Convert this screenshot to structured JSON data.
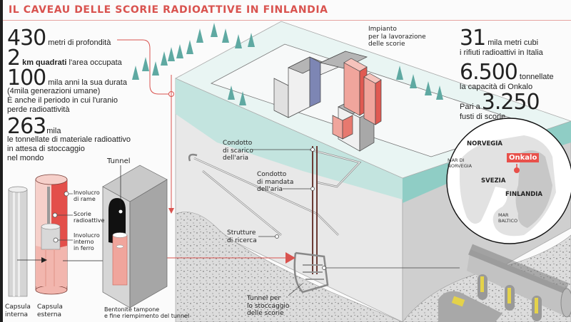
{
  "title": "IL CAVEAU DELLE SCORIE RADIOATTIVE IN FINLANDIA",
  "left_stats": [
    {
      "value": "430",
      "unit": "metri di profondità",
      "unit_bold": "",
      "desc": []
    },
    {
      "value": "2",
      "unit": "l'area occupata",
      "unit_bold": "km quadrati",
      "desc": []
    },
    {
      "value": "100",
      "unit": "mila anni la sua durata",
      "unit_bold": "",
      "desc": [
        "(4mila generazioni umane)",
        "È anche il periodo in cui l'uranio",
        "perde radioattività"
      ]
    },
    {
      "value": "263",
      "unit": "mila",
      "unit_bold": "",
      "desc": [
        "le tonnellate di materiale radioattivo",
        "in attesa di stoccaggio",
        "nel mondo"
      ]
    }
  ],
  "right_stats": [
    {
      "value": "31",
      "prefix": "",
      "unit": "mila metri cubi",
      "desc": [
        "i rifiuti radioattivi in Italia"
      ]
    },
    {
      "value": "6.500",
      "prefix": "",
      "unit": "tonnellate",
      "desc": [
        "la capacità di Onkalo"
      ]
    },
    {
      "value": "3.250",
      "prefix": "Pari a",
      "unit": "",
      "desc": [
        "fusti di scorie"
      ]
    }
  ],
  "labels": {
    "impianto": [
      "Impianto",
      "per la lavorazione",
      "delle scorie"
    ],
    "scarico": [
      "Condotto",
      "di scarico",
      "dell'aria"
    ],
    "mandata": [
      "Condotto",
      "di mandata",
      "dell'aria"
    ],
    "ricerca": [
      "Strutture",
      "di ricerca"
    ],
    "stoccaggio": [
      "Tunnel per",
      "lo stoccaggio",
      "delle scorie"
    ],
    "tunnel": "Tunnel",
    "involucro_rame": [
      "Involucro",
      "di rame"
    ],
    "scorie_radioattive": [
      "Scorie",
      "radioattive"
    ],
    "involucro_ferro": [
      "Involucro",
      "interno",
      "in ferro"
    ],
    "capsula_interna": [
      "Capsula",
      "interna"
    ],
    "capsula_esterna": [
      "Capsula",
      "esterna"
    ],
    "bentonite": [
      "Bentonite tampone",
      "e fine riempimento del tunnel"
    ]
  },
  "map": {
    "norvegia": "NORVEGIA",
    "mar_norvegia": [
      "MAR DI",
      "NORVEGIA"
    ],
    "svezia": "SVEZIA",
    "finlandia": "FINLANDIA",
    "mar_baltico": [
      "MAR",
      "BALTICO"
    ],
    "onkalo": "Onkalo"
  },
  "colors": {
    "accent": "#d9534f",
    "copper": "#f0a59c",
    "copper_dark": "#e05a52",
    "teal": "#9fd3cc",
    "tree": "#5fa9a2",
    "rock": "#d9d9d9",
    "building_grey": "#a9a9a9",
    "building_blue": "#7d86b4",
    "canister": "#e4d24a"
  }
}
